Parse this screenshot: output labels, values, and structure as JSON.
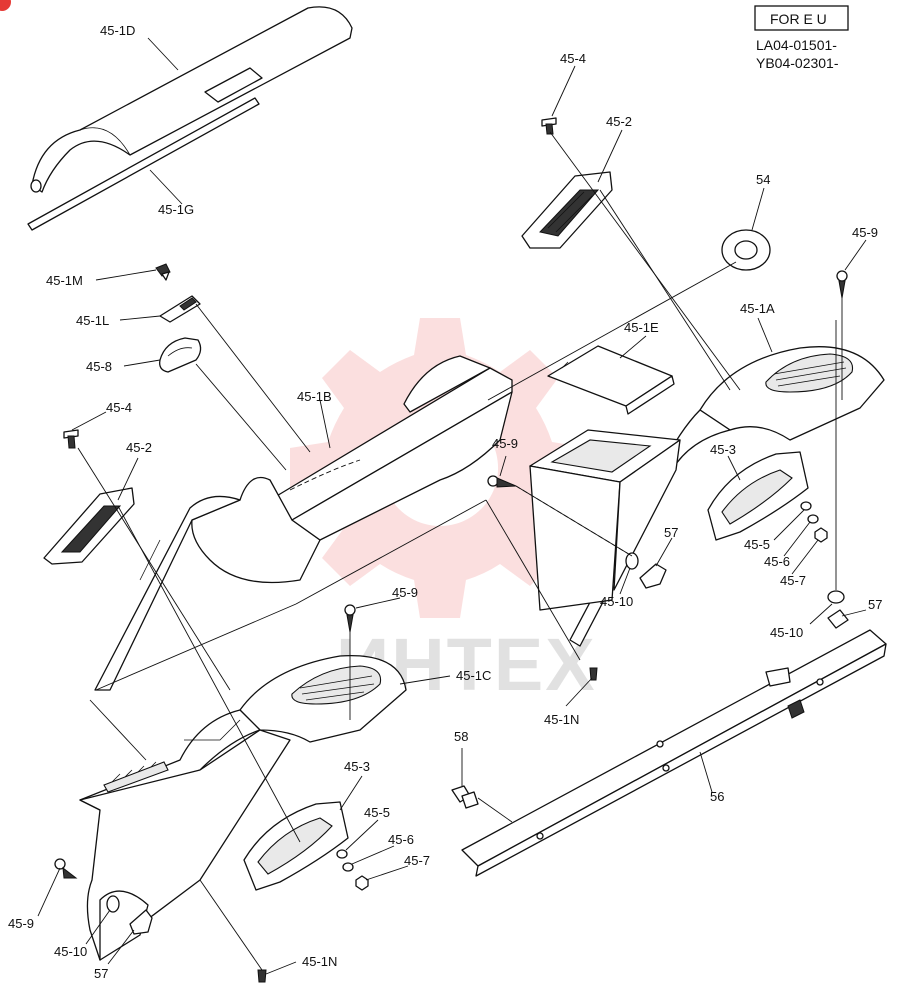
{
  "header": {
    "market_box": "FOR E U",
    "serial_1": "LA04-01501-",
    "serial_2": "YB04-02301-"
  },
  "watermark": {
    "text": "ИНТЕХ",
    "color": "#e83a3a"
  },
  "callouts": {
    "c_45_1D": "45-1D",
    "c_45_1G": "45-1G",
    "c_45_1M": "45-1M",
    "c_45_1L": "45-1L",
    "c_45_8": "45-8",
    "c_45_4_top": "45-4",
    "c_45_2_top": "45-2",
    "c_54": "54",
    "c_45_9_right": "45-9",
    "c_45_1A": "45-1A",
    "c_45_1E": "45-1E",
    "c_45_1B": "45-1B",
    "c_45_4_left": "45-4",
    "c_45_2_left": "45-2",
    "c_45_9_mid": "45-9",
    "c_45_3_right": "45-3",
    "c_57_mid": "57",
    "c_45_5_right": "45-5",
    "c_45_6_right": "45-6",
    "c_45_7_right": "45-7",
    "c_45_10_mid": "45-10",
    "c_45_9_lower": "45-9",
    "c_45_10_right": "45-10",
    "c_57_right": "57",
    "c_45_1C": "45-1C",
    "c_45_1N_mid": "45-1N",
    "c_58": "58",
    "c_45_3_bottom": "45-3",
    "c_56": "56",
    "c_45_5_bottom": "45-5",
    "c_45_6_bottom": "45-6",
    "c_45_7_bottom": "45-7",
    "c_45_9_left": "45-9",
    "c_45_10_left": "45-10",
    "c_57_left": "57",
    "c_45_1N_bottom": "45-1N"
  }
}
